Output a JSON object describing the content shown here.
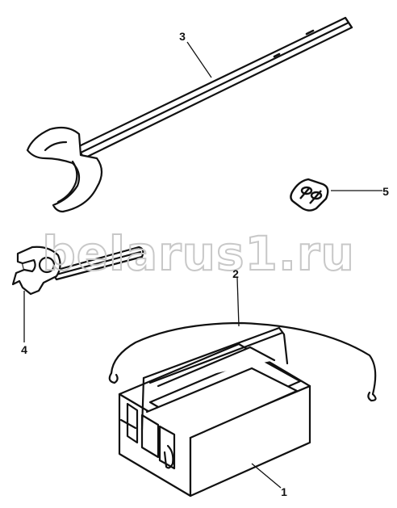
{
  "colors": {
    "ink": "#111111",
    "paper": "#ffffff",
    "watermark": "#c8c8c8"
  },
  "watermark_text": "belarus1.ru",
  "callouts": [
    {
      "number": "1",
      "part": "toolbox"
    },
    {
      "number": "2",
      "part": "strap-with-hooks"
    },
    {
      "number": "3",
      "part": "large-open-end-wrench"
    },
    {
      "number": "4",
      "part": "hook-spanner-with-handle"
    },
    {
      "number": "5",
      "part": "connecting-link"
    }
  ]
}
